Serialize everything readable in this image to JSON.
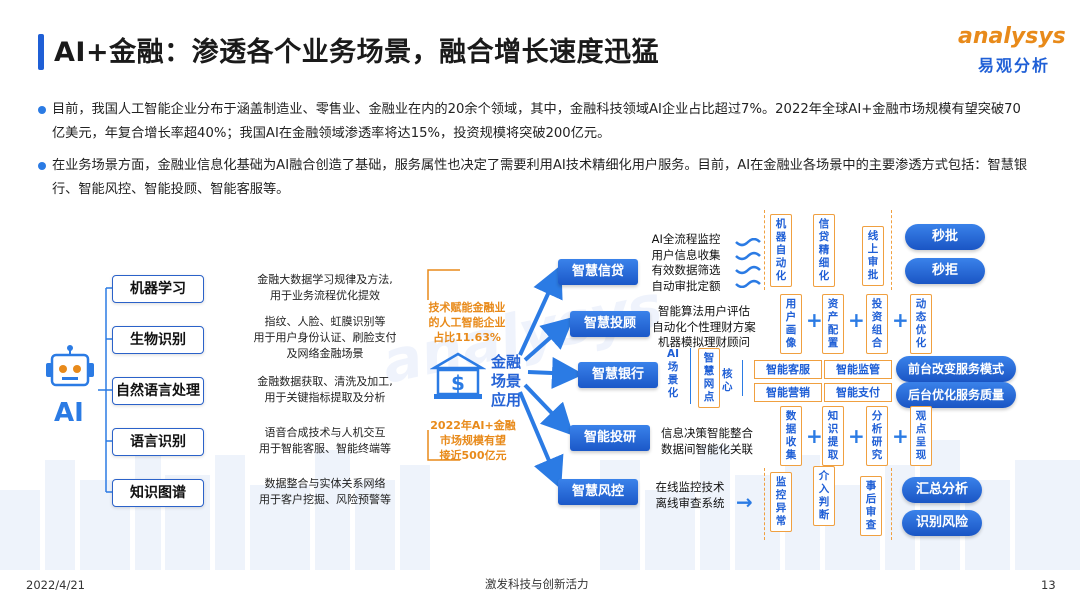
{
  "header": {
    "title": "AI+金融：渗透各个业务场景，融合增长速度迅猛",
    "logo_en": "analysys",
    "logo_cn": "易观分析"
  },
  "bullets": [
    "目前，我国人工智能企业分布于涵盖制造业、零售业、金融业在内的20余个领域，其中，金融科技领域AI企业占比超过7%。2022年全球AI+金融市场规模有望突破70亿美元，年复合增长率超40%；我国AI在金融领域渗透率将达15%，投资规模将突破200亿元。",
    "在业务场景方面，金融业信息化基础为AI融合创造了基础，服务属性也决定了需要利用AI技术精细化用户服务。目前，AI在金融业各场景中的主要渗透方式包括：智慧银行、智能风控、智能投顾、智能客服等。"
  ],
  "diagram": {
    "robot_label": "AI",
    "techs": [
      {
        "name": "机器学习",
        "desc": [
          "金融大数据学习规律及方法,",
          "用于业务流程优化提效"
        ]
      },
      {
        "name": "生物识别",
        "desc": [
          "指纹、人脸、虹膜识别等",
          "用于用户身份认证、刷脸支付",
          "及网络金融场景"
        ]
      },
      {
        "name": "自然语言处理",
        "desc": [
          "金融数据获取、清洗及加工,",
          "用于关键指标提取及分析"
        ]
      },
      {
        "name": "语言识别",
        "desc": [
          "语音合成技术与人机交互",
          "用于智能客服、智能终端等"
        ]
      },
      {
        "name": "知识图谱",
        "desc": [
          "数据整合与实体关系网络",
          "用于客户挖掘、风险预警等"
        ]
      }
    ],
    "center": {
      "label": "金融场景应用",
      "top_note": [
        "技术赋能金融业",
        "的人工智能企业",
        "占比11.63%"
      ],
      "bottom_note": [
        "2022年AI+金融",
        "市场规模有望",
        "接近500亿元"
      ]
    },
    "scenarios": [
      {
        "name": "智慧信贷",
        "desc": [
          "AI全流程监控",
          "用户信息收集",
          "有效数据筛选",
          "自动审批定额"
        ],
        "steps": [
          "机器自动化",
          "信贷精细化",
          "线上审批"
        ],
        "results": [
          "秒批",
          "秒拒"
        ]
      },
      {
        "name": "智慧投顾",
        "desc": [
          "智能算法用户评估",
          "自动化个性理财方案",
          "机器模拟理财顾问"
        ],
        "steps": [
          "用户画像",
          "资产配置",
          "投资组合",
          "动态优化"
        ],
        "results": []
      },
      {
        "name": "智慧银行",
        "desc_side": "AI场景化",
        "steps": [
          "智慧网点"
        ],
        "core": "核心",
        "services": [
          "智能客服",
          "智能监管",
          "智能营销",
          "智能支付"
        ],
        "results": [
          "前台改变服务模式",
          "后台优化服务质量"
        ]
      },
      {
        "name": "智能投研",
        "desc": [
          "信息决策智能整合",
          "数据间智能化关联"
        ],
        "steps": [
          "数据收集",
          "知识提取",
          "分析研究",
          "观点呈现"
        ],
        "results": []
      },
      {
        "name": "智慧风控",
        "desc": [
          "在线监控技术",
          "离线审查系统"
        ],
        "steps": [
          "监控异常",
          "介入判断",
          "事后审查"
        ],
        "results": [
          "汇总分析",
          "识别风险"
        ]
      }
    ]
  },
  "footer": {
    "date": "2022/4/21",
    "slogan": "激发科技与创新活力",
    "page": "13"
  },
  "colors": {
    "accent_blue": "#1f5fd6",
    "accent_orange": "#e88a1a"
  }
}
